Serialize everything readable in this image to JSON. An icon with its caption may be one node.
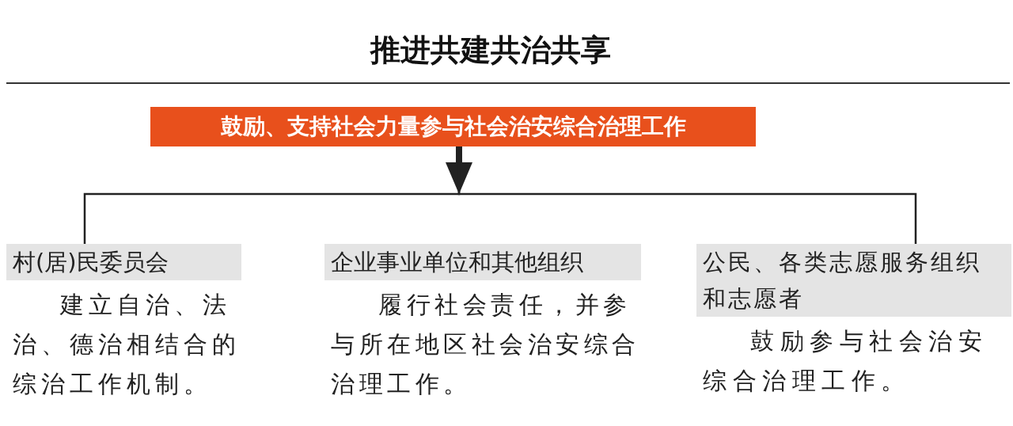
{
  "diagram": {
    "title": "推进共建共治共享",
    "nodes": [
      {
        "text": [
          "鼓励、支持社会力量参与社会治安综合治理工作"
        ]
      },
      {
        "text": [
          "村(居)民委员会",
          "建立自治、法治、德治相结合的综治工作机制。"
        ]
      },
      {
        "text": [
          "企业事业单位和其他组织",
          "履行社会责任，并参与所在地区社会治安综合治理工作。"
        ]
      },
      {
        "text": [
          "公民、各类志愿服务组织和志愿者",
          "鼓励参与社会治安综合治理工作。"
        ]
      }
    ],
    "edges": [
      {
        "from": 0,
        "to": null,
        "arrow": "to"
      },
      {
        "from": 0,
        "to": 1,
        "arrow": "none"
      },
      {
        "from": 0,
        "to": 3,
        "arrow": "none"
      }
    ]
  }
}
